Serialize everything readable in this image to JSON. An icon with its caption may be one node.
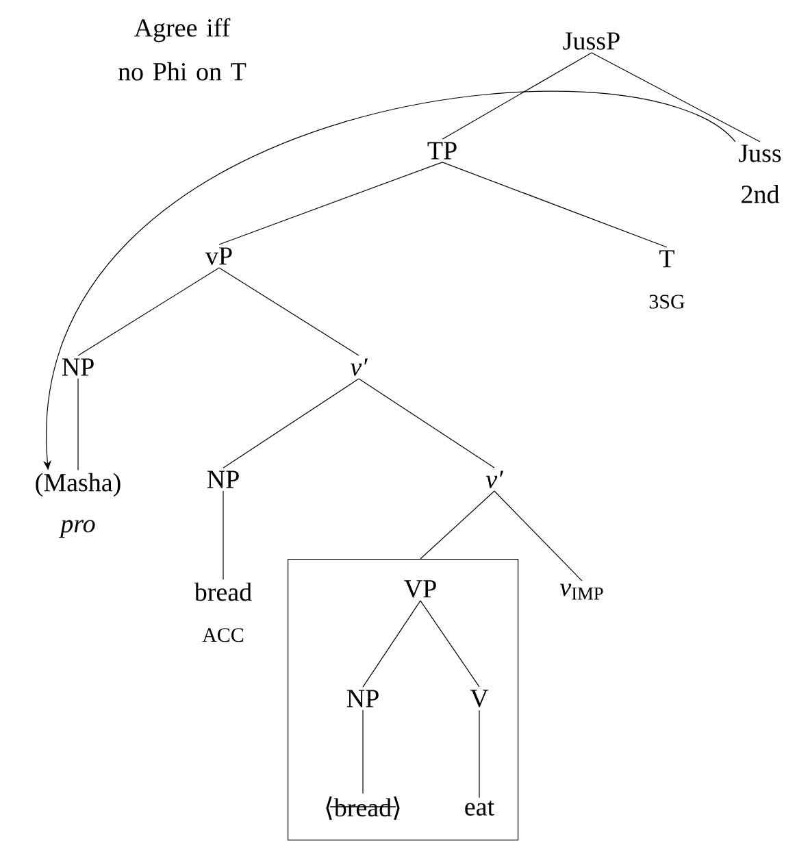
{
  "diagram": {
    "nodes": [
      {
        "text": [
          "JussP"
        ]
      },
      {
        "text": [
          "TP"
        ]
      },
      {
        "text": [
          "Juss",
          "2nd"
        ]
      },
      {
        "text": [
          "vP"
        ]
      },
      {
        "text": [
          "T",
          "3SG"
        ]
      },
      {
        "text": [
          "NP"
        ]
      },
      {
        "text": [
          "v′"
        ]
      },
      {
        "text": [
          "(Masha)",
          "pro"
        ]
      },
      {
        "text": [
          "NP"
        ]
      },
      {
        "text": [
          "v′"
        ]
      },
      {
        "text": [
          "bread",
          "ACC"
        ]
      },
      {
        "text": [],
        "shape": "box"
      },
      {
        "text": [
          "VP"
        ],
        "in": 11
      },
      {
        "text": [
          "*v*$_{IMP}$"
        ]
      },
      {
        "text": [
          "NP"
        ],
        "in": 11
      },
      {
        "text": [
          "V"
        ],
        "in": 11
      },
      {
        "text": [
          "⟨bread⟩"
        ],
        "in": 11
      },
      {
        "text": [
          "eat"
        ],
        "in": 11
      }
    ],
    "edges": [
      {
        "from": 0,
        "to": 1,
        "arrow": "none"
      },
      {
        "from": 0,
        "to": 2,
        "arrow": "none"
      },
      {
        "from": 1,
        "to": 3,
        "arrow": "none"
      },
      {
        "from": 1,
        "to": 4,
        "arrow": "none"
      },
      {
        "from": 3,
        "to": 5,
        "arrow": "none"
      },
      {
        "from": 3,
        "to": 6,
        "arrow": "none"
      },
      {
        "from": 5,
        "to": 7,
        "arrow": "none"
      },
      {
        "from": 6,
        "to": 8,
        "arrow": "none"
      },
      {
        "from": 6,
        "to": 9,
        "arrow": "none"
      },
      {
        "from": 8,
        "to": 10,
        "arrow": "none"
      },
      {
        "from": 9,
        "to": 11,
        "arrow": "none"
      },
      {
        "from": 9,
        "to": 13,
        "arrow": "none"
      },
      {
        "from": 12,
        "to": 14,
        "arrow": "none"
      },
      {
        "from": 12,
        "to": 15,
        "arrow": "none"
      },
      {
        "from": 14,
        "to": 16,
        "arrow": "none"
      },
      {
        "from": 15,
        "to": 17,
        "arrow": "none"
      },
      {
        "from": 2,
        "to": 7,
        "arrow": "to"
      }
    ],
    "labels": [
      "Agree iff no Phi on T"
    ]
  }
}
